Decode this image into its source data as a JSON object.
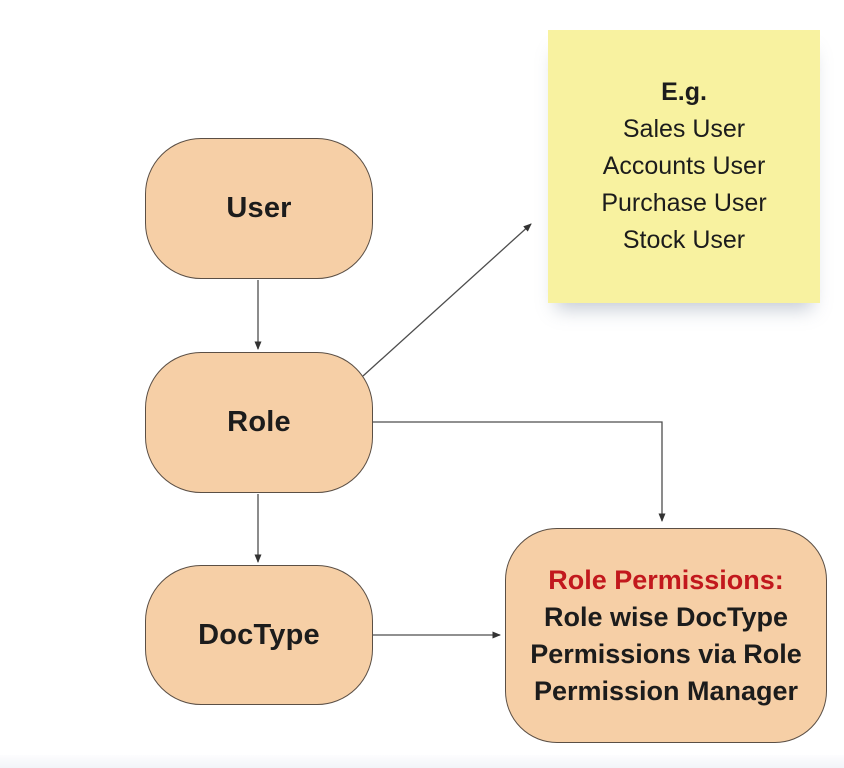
{
  "diagram": {
    "nodes": {
      "user": {
        "label": "User"
      },
      "role": {
        "label": "Role"
      },
      "doctype": {
        "label": "DocType"
      }
    },
    "note": {
      "heading": "E.g.",
      "items": [
        "Sales User",
        "Accounts User",
        "Purchase User",
        "Stock User"
      ]
    },
    "role_permissions": {
      "title": "Role Permissions:",
      "body_lines": [
        "Role wise DocType",
        "Permissions via Role",
        "Permission Manager"
      ]
    }
  },
  "colors": {
    "canvas_bg": "#FFFFFF",
    "node_fill": "#F6CFA6",
    "node_border": "#5B4F45",
    "note_bg": "#F8F2A0",
    "title_red": "#C2181D",
    "text": "#1C1C1C",
    "connector": "#4D4D4D",
    "bottom_strip": "#F2F4F8"
  }
}
